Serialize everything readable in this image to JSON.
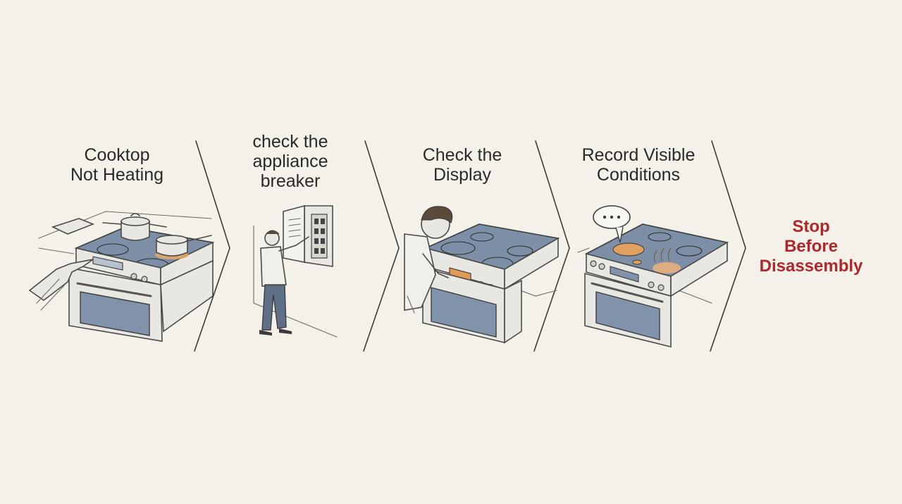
{
  "steps": [
    {
      "lines": [
        "Cooktop",
        "Not Heating"
      ]
    },
    {
      "lines": [
        "check the",
        "appliance",
        "breaker"
      ]
    },
    {
      "lines": [
        "Check the",
        "Display"
      ]
    },
    {
      "lines": [
        "Record Visible",
        "Conditions"
      ]
    }
  ],
  "final": {
    "lines": [
      "Stop",
      "Before",
      "Disassembly"
    ]
  },
  "colors": {
    "background": "#f4f1e9",
    "accent_red": "#b0262a",
    "glass_blue": "#7d8fa6",
    "highlight_orange": "#e0a060"
  },
  "icons": [
    "stove-icon",
    "pot-icon",
    "pan-icon",
    "hand-icon",
    "breaker-panel-icon",
    "person-icon",
    "display-icon",
    "speech-bubble-icon",
    "steam-icon"
  ]
}
